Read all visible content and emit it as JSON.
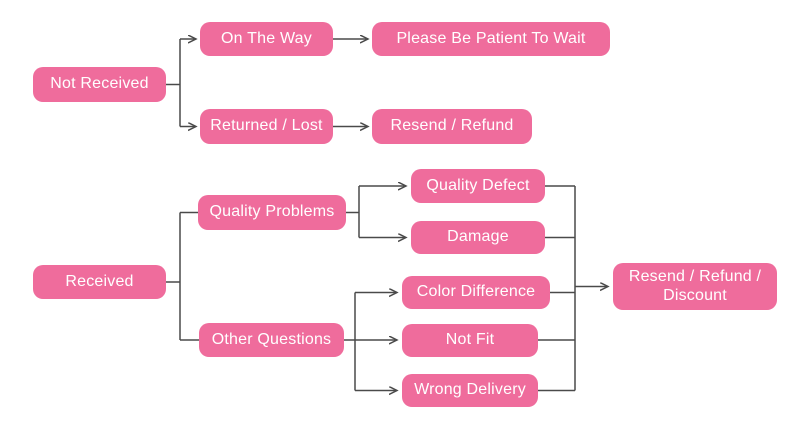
{
  "diagram": {
    "type": "flowchart",
    "topic": "After-sale / shipping issue resolution flow",
    "colors": {
      "node_fill": "#ef6c9c",
      "node_text": "#ffffff",
      "line": "#4a4a4a",
      "background": "#ffffff"
    },
    "nodes": {
      "not_received": {
        "label": "Not Received"
      },
      "on_the_way": {
        "label": "On The Way"
      },
      "please_wait": {
        "label": "Please Be Patient To Wait"
      },
      "returned_lost": {
        "label": "Returned / Lost"
      },
      "resend_refund": {
        "label": "Resend / Refund"
      },
      "received": {
        "label": "Received"
      },
      "quality_problems": {
        "label": "Quality Problems"
      },
      "other_questions": {
        "label": "Other Questions"
      },
      "quality_defect": {
        "label": "Quality Defect"
      },
      "damage": {
        "label": "Damage"
      },
      "color_difference": {
        "label": "Color Difference"
      },
      "not_fit": {
        "label": "Not Fit"
      },
      "wrong_delivery": {
        "label": "Wrong Delivery"
      },
      "resend_refund_discount": {
        "label": "Resend / Refund / Discount"
      }
    },
    "edges": [
      {
        "from": "not_received",
        "to": "on_the_way",
        "arrow": true
      },
      {
        "from": "not_received",
        "to": "returned_lost",
        "arrow": true
      },
      {
        "from": "on_the_way",
        "to": "please_wait",
        "arrow": true
      },
      {
        "from": "returned_lost",
        "to": "resend_refund",
        "arrow": true
      },
      {
        "from": "received",
        "to": "quality_problems",
        "arrow": false
      },
      {
        "from": "received",
        "to": "other_questions",
        "arrow": false
      },
      {
        "from": "quality_problems",
        "to": "quality_defect",
        "arrow": true
      },
      {
        "from": "quality_problems",
        "to": "damage",
        "arrow": true
      },
      {
        "from": "other_questions",
        "to": "color_difference",
        "arrow": true
      },
      {
        "from": "other_questions",
        "to": "not_fit",
        "arrow": true
      },
      {
        "from": "other_questions",
        "to": "wrong_delivery",
        "arrow": true
      },
      {
        "from": "quality_defect",
        "to": "resend_refund_discount",
        "arrow": true
      },
      {
        "from": "damage",
        "to": "resend_refund_discount",
        "arrow": true
      },
      {
        "from": "color_difference",
        "to": "resend_refund_discount",
        "arrow": true
      },
      {
        "from": "not_fit",
        "to": "resend_refund_discount",
        "arrow": true
      },
      {
        "from": "wrong_delivery",
        "to": "resend_refund_discount",
        "arrow": true
      }
    ]
  }
}
